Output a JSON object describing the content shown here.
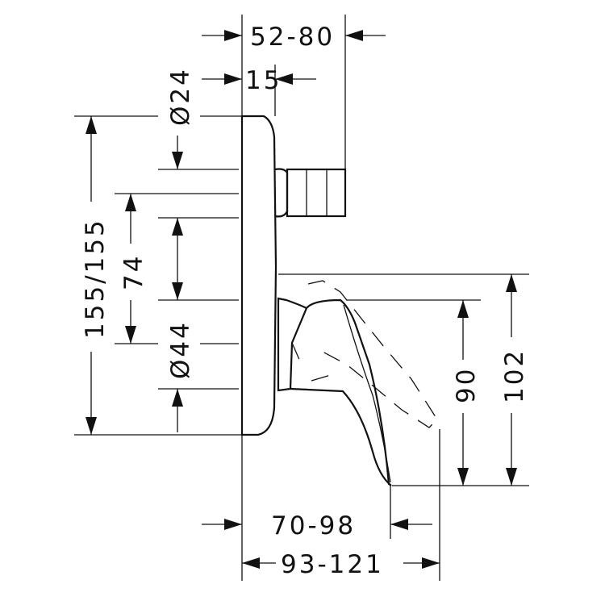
{
  "dimensions": {
    "top_width": "52-80",
    "top_small": "15",
    "outlet_diameter": "Ø24",
    "total_height": "155/155",
    "center_height": "74",
    "base_diameter": "Ø44",
    "spout_drop": "90",
    "spout_height": "102",
    "projection_min": "70-98",
    "projection_total": "93-121"
  }
}
